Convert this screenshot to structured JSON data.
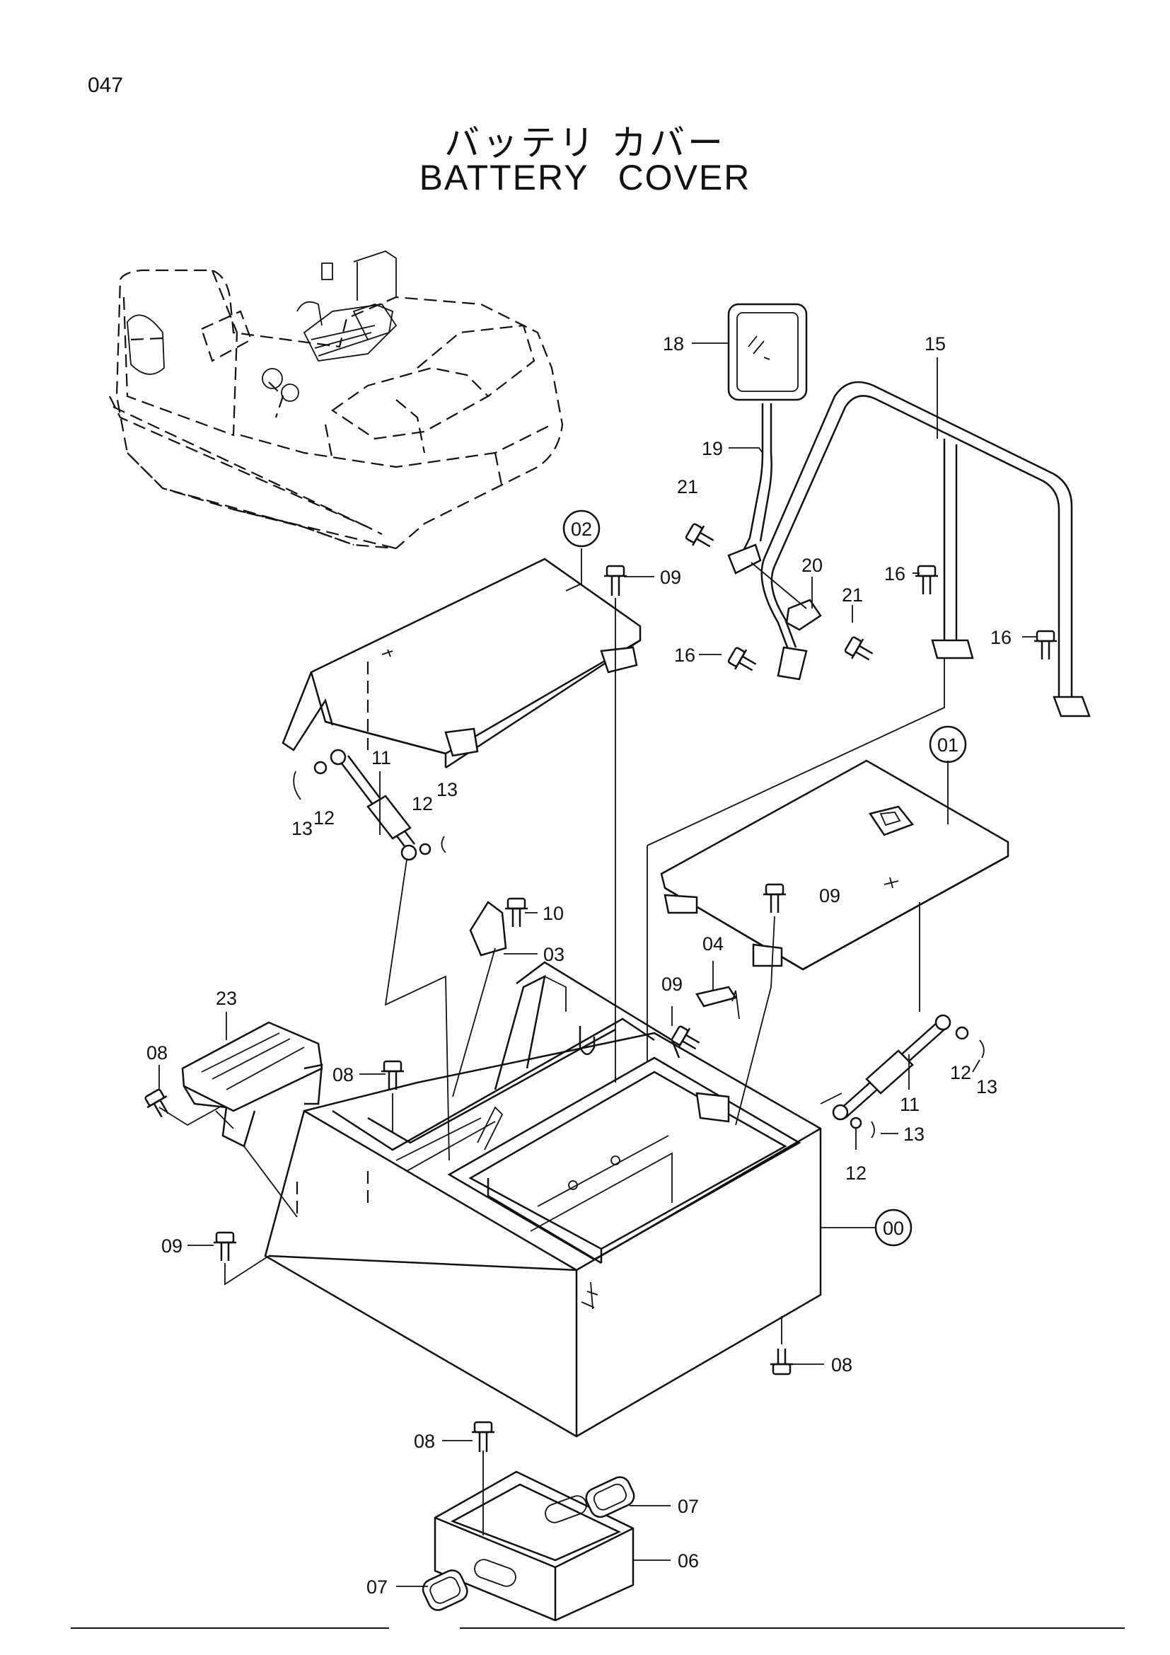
{
  "page_number": "047",
  "title_jp": "バッテリ カバー",
  "title_en": "BATTERY COVER",
  "callouts": [
    {
      "id": "18",
      "text": "18"
    },
    {
      "id": "15",
      "text": "15"
    },
    {
      "id": "19",
      "text": "19"
    },
    {
      "id": "21a",
      "text": "21"
    },
    {
      "id": "02",
      "text": "02"
    },
    {
      "id": "09a",
      "text": "09"
    },
    {
      "id": "20",
      "text": "20"
    },
    {
      "id": "21b",
      "text": "21"
    },
    {
      "id": "16a",
      "text": "16"
    },
    {
      "id": "16b",
      "text": "16"
    },
    {
      "id": "16c",
      "text": "16"
    },
    {
      "id": "01",
      "text": "01"
    },
    {
      "id": "11a",
      "text": "11"
    },
    {
      "id": "12a",
      "text": "12"
    },
    {
      "id": "13a",
      "text": "13"
    },
    {
      "id": "13b",
      "text": "13"
    },
    {
      "id": "12b",
      "text": "12"
    },
    {
      "id": "09b",
      "text": "09"
    },
    {
      "id": "10",
      "text": "10"
    },
    {
      "id": "03",
      "text": "03"
    },
    {
      "id": "04",
      "text": "04"
    },
    {
      "id": "09c",
      "text": "09"
    },
    {
      "id": "23",
      "text": "23"
    },
    {
      "id": "08a",
      "text": "08"
    },
    {
      "id": "08b",
      "text": "08"
    },
    {
      "id": "12c",
      "text": "12"
    },
    {
      "id": "13c",
      "text": "13"
    },
    {
      "id": "11b",
      "text": "11"
    },
    {
      "id": "13d",
      "text": "13"
    },
    {
      "id": "12d",
      "text": "12"
    },
    {
      "id": "00",
      "text": "00"
    },
    {
      "id": "09d",
      "text": "09"
    },
    {
      "id": "08c",
      "text": "08"
    },
    {
      "id": "08d",
      "text": "08"
    },
    {
      "id": "07a",
      "text": "07"
    },
    {
      "id": "06",
      "text": "06"
    },
    {
      "id": "07b",
      "text": "07"
    }
  ]
}
